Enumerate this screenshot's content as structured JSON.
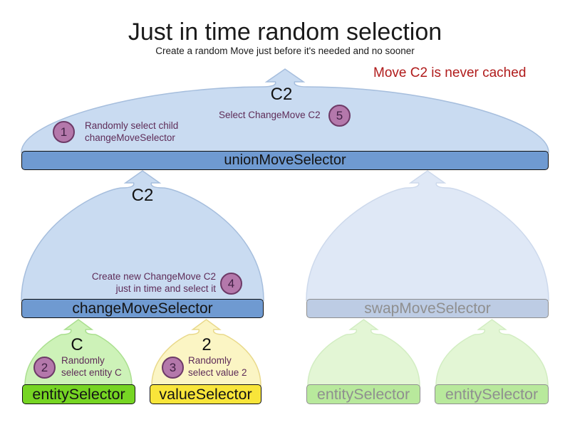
{
  "header": {
    "title": "Just in time random selection",
    "subtitle": "Create a random Move just before it's needed and no sooner",
    "note": "Move C2 is never cached"
  },
  "selectors": {
    "union": {
      "label": "unionMoveSelector",
      "output": "C2"
    },
    "change": {
      "label": "changeMoveSelector",
      "output": "C2"
    },
    "swap": {
      "label": "swapMoveSelector"
    },
    "entity": {
      "label": "entitySelector",
      "output": "C"
    },
    "value": {
      "label": "valueSelector",
      "output": "2"
    },
    "entity_faded_1": {
      "label": "entitySelector"
    },
    "entity_faded_2": {
      "label": "entitySelector"
    }
  },
  "steps": {
    "s1": {
      "num": "1",
      "text": "Randomly select child\nchangeMoveSelector"
    },
    "s2": {
      "num": "2",
      "text": "Randomly\nselect entity C"
    },
    "s3": {
      "num": "3",
      "text": "Randomly\nselect value 2"
    },
    "s4": {
      "num": "4",
      "text": "Create new ChangeMove C2\njust in time and select it"
    },
    "s5": {
      "num": "5",
      "text": "Select ChangeMove C2"
    }
  },
  "colors": {
    "active_funnel_fill": "#c9dbf1",
    "active_funnel_stroke": "#a6bedd",
    "faded_funnel_fill": "#dfe8f6",
    "blue_bar": "#6f9ad1",
    "faded_blue_bar": "#bdcce4",
    "green_bar": "#76d523",
    "yellow_bar": "#f8e53a",
    "faded_green_bar": "#b8e99c",
    "step_circle": "#b478ab",
    "step_circle_border": "#6d3a67",
    "purple_text": "#5e2c58",
    "note_red": "#b01b1b"
  }
}
